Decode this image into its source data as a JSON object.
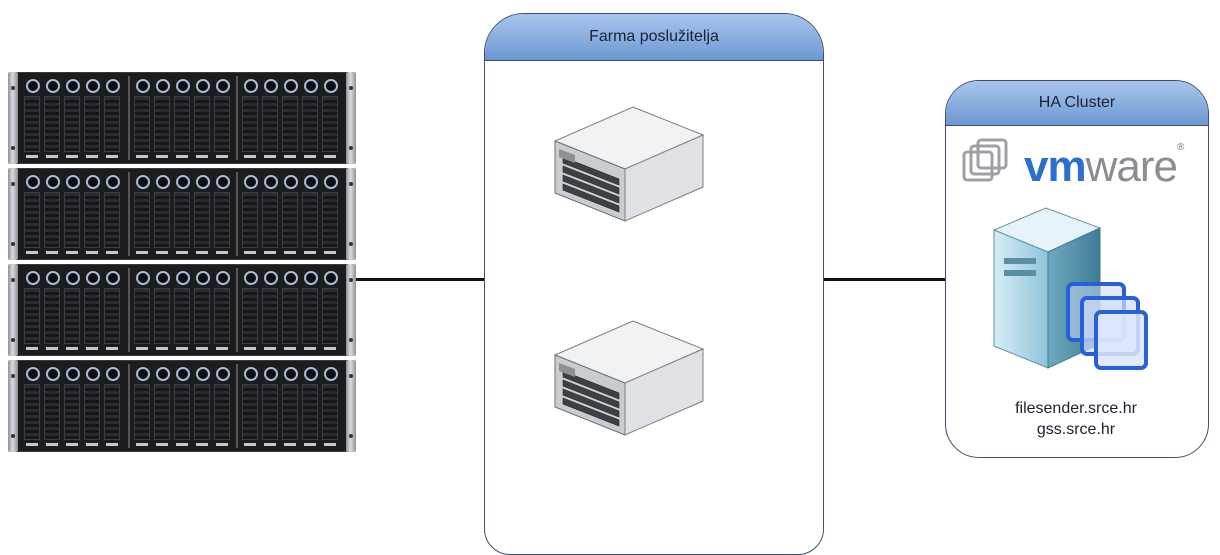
{
  "server_farm": {
    "title": "Farma poslužitelja"
  },
  "ha_cluster": {
    "title": "HA Cluster",
    "logo": {
      "vm": "vm",
      "ware": "ware",
      "mark": "®"
    },
    "hostnames": [
      "filesender.srce.hr",
      "gss.srce.hr"
    ]
  },
  "colors": {
    "pool_header_top": "#a8c6ec",
    "pool_header_bottom": "#6e98d2",
    "pool_border": "#3e4f73",
    "vmware_blue": "#2b6fcf",
    "vmware_grey": "#8a8d91",
    "connector": "#111111"
  },
  "icons": {
    "storage": "disk-array-icon",
    "server": "rack-server-icon",
    "virtual_host": "virtual-machine-host-icon",
    "vmware_mark": "vmware-squares-icon"
  }
}
